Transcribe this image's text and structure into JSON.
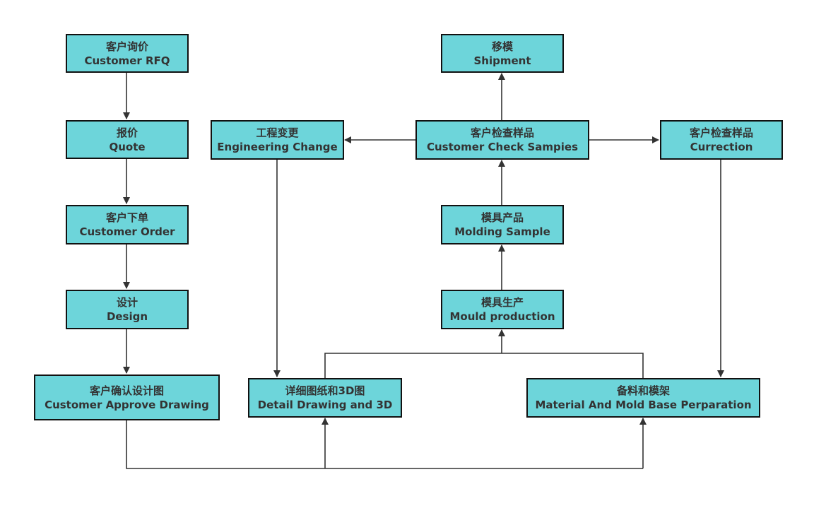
{
  "colors": {
    "box_fill": "#6dd5da",
    "line": "#333333"
  },
  "nodes": {
    "rfq": {
      "cn": "客户询价",
      "en": "Customer RFQ"
    },
    "quote": {
      "cn": "报价",
      "en": "Quote"
    },
    "order": {
      "cn": "客户下单",
      "en": "Customer Order"
    },
    "design": {
      "cn": "设计",
      "en": "Design"
    },
    "approve": {
      "cn": "客户确认设计图",
      "en": "Customer Approve Drawing"
    },
    "eng_change": {
      "cn": "工程变更",
      "en": "Engineering Change"
    },
    "shipment": {
      "cn": "移模",
      "en": "Shipment"
    },
    "check": {
      "cn": "客户检查样品",
      "en": "Customer Check Sampies"
    },
    "correction": {
      "cn": "客户检查样品",
      "en": "Currection"
    },
    "molding_sample": {
      "cn": "模具产品",
      "en": "Molding Sample"
    },
    "mould_production": {
      "cn": "模具生产",
      "en": "Mould production"
    },
    "detail": {
      "cn": "详细图纸和3D图",
      "en": "Detail Drawing and 3D"
    },
    "material": {
      "cn": "备料和模架",
      "en": "Material And Mold Base Perparation"
    }
  }
}
